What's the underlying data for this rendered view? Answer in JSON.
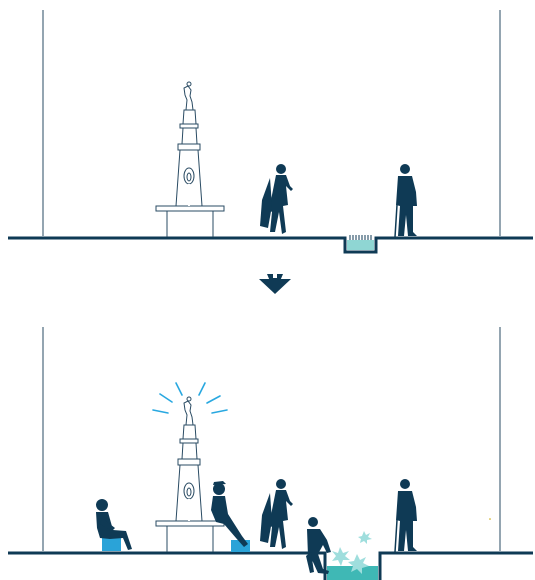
{
  "colors": {
    "ink": "#0f3a55",
    "outline": "#2a4b63",
    "water": "#8fd6d3",
    "water_dark": "#3fb8b5",
    "seat": "#2aa3d8",
    "glow": "#29a8e0",
    "splash": "#9fdedd",
    "background": "#ffffff"
  },
  "panels": [
    {
      "id": "before",
      "state": "existing plaza with drain grate"
    },
    {
      "id": "after",
      "state": "activated plaza with seating and water pool"
    }
  ],
  "transition_icon": "arrow-down-icon"
}
